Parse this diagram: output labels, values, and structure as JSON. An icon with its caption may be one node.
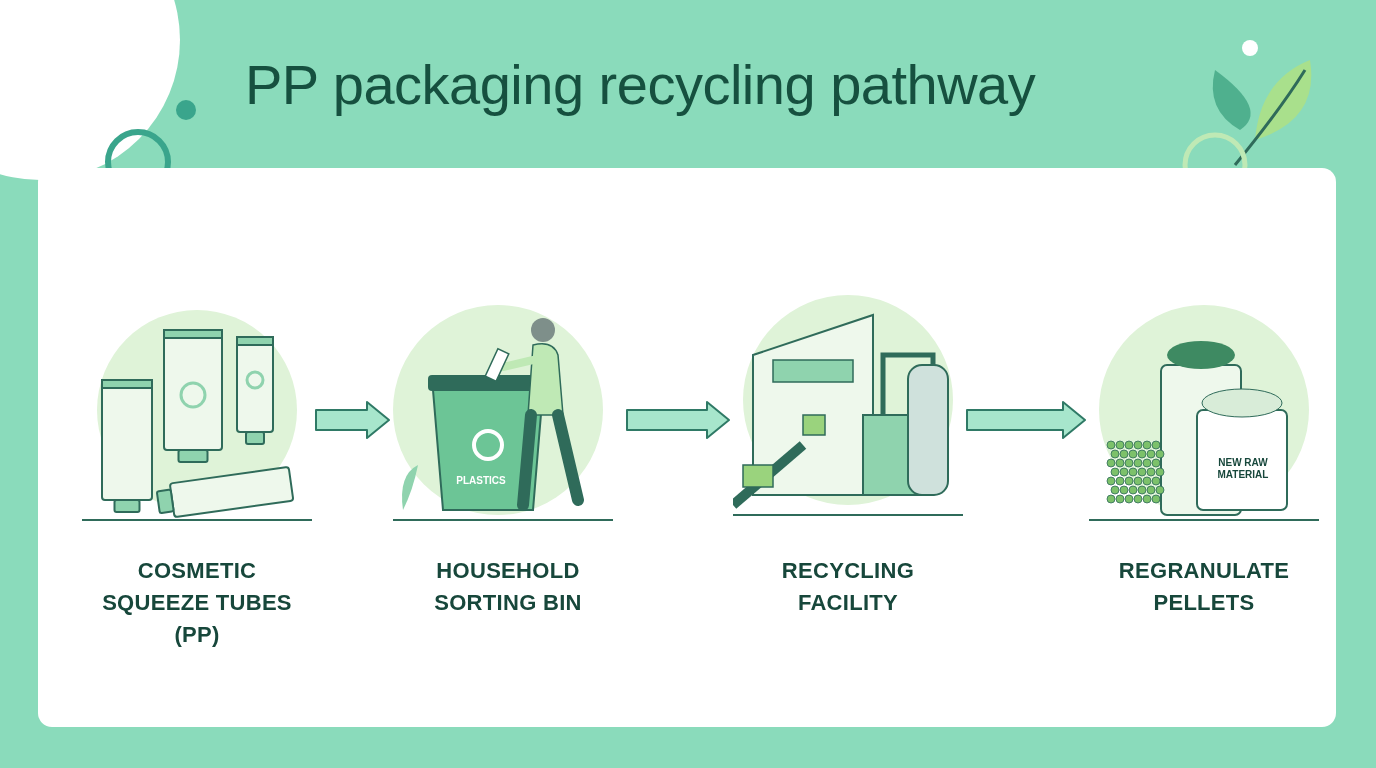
{
  "diagram": {
    "title": "PP packaging recycling pathway",
    "nodes": [
      {
        "text": [
          "COSMETIC SQUEEZE TUBES (PP)"
        ]
      },
      {
        "text": [
          "HOUSEHOLD SORTING BIN"
        ]
      },
      {
        "text": [
          "RECYCLING FACILITY"
        ]
      },
      {
        "text": [
          "REGRANULATE PELLETS"
        ]
      }
    ],
    "edges": [
      {
        "from": 0,
        "to": 1,
        "arrow": "to"
      },
      {
        "from": 1,
        "to": 2,
        "arrow": "to"
      },
      {
        "from": 2,
        "to": 3,
        "arrow": "to"
      }
    ],
    "labels": [
      "PLASTICS",
      "NEW RAW MATERIAL"
    ]
  }
}
